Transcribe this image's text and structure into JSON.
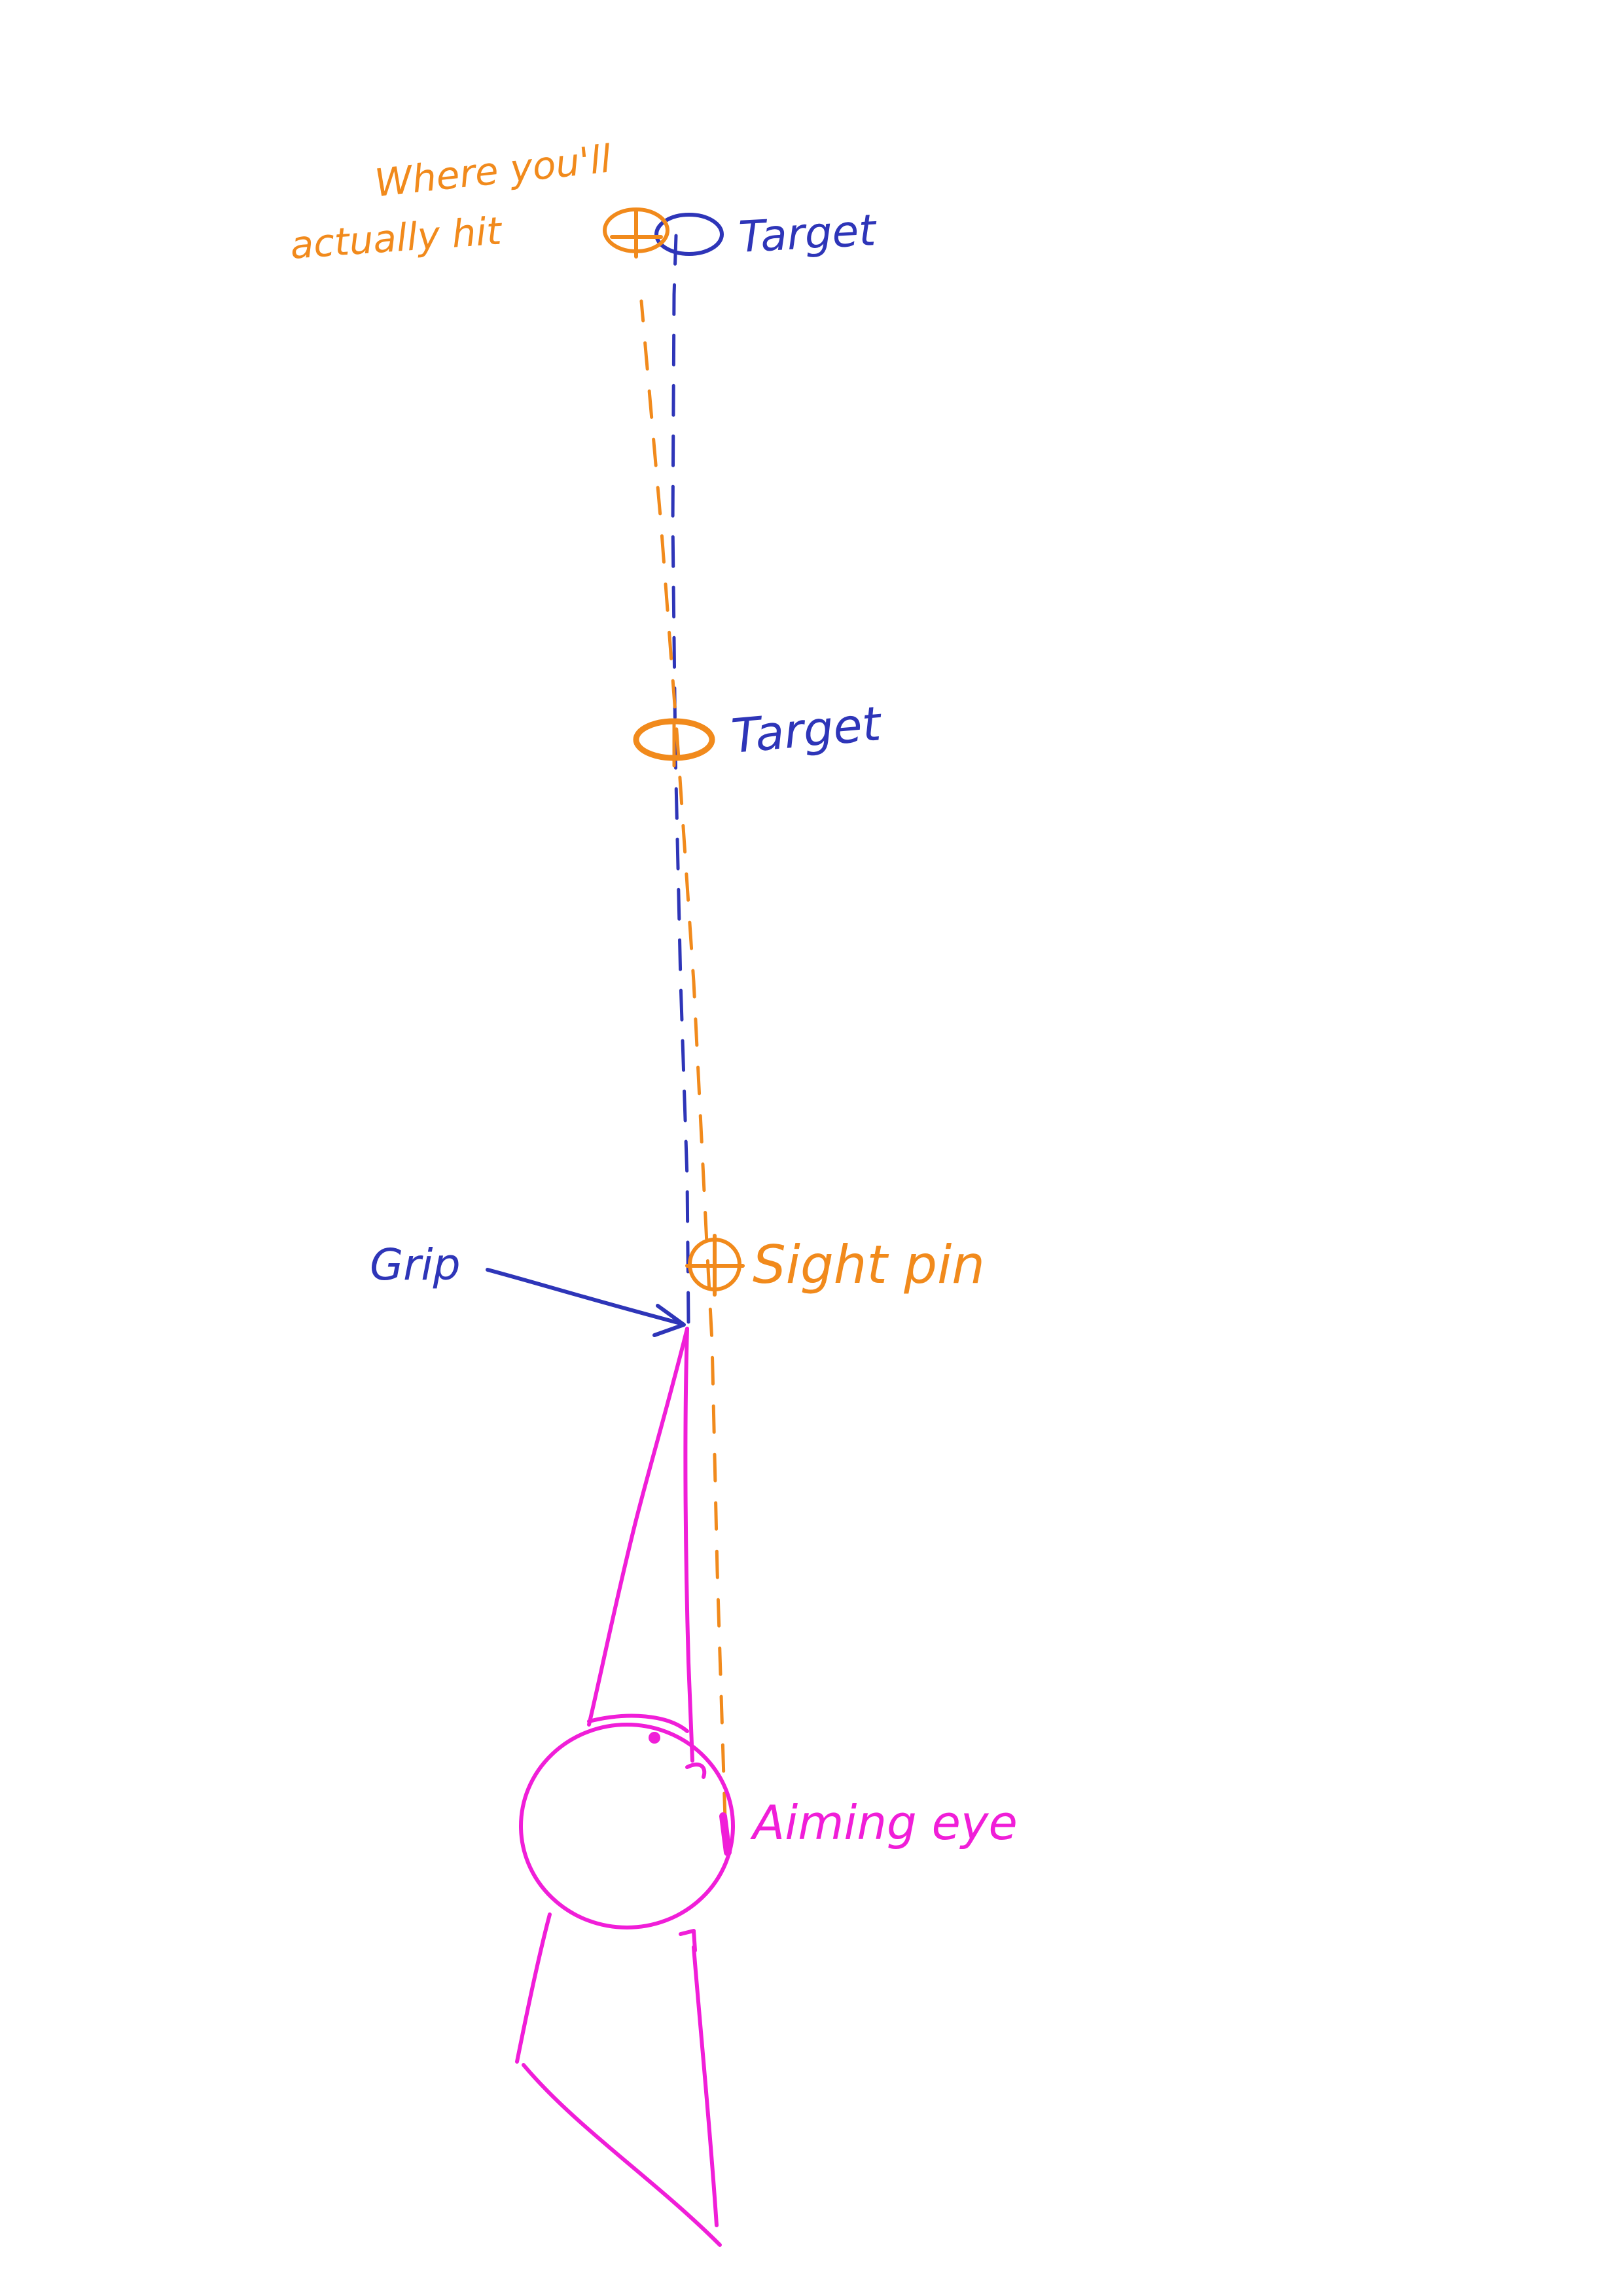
{
  "colors": {
    "orange": "#F18A1C",
    "blue": "#2E35B8",
    "magenta": "#F01ED8",
    "background": "#FFFFFF"
  },
  "labels": {
    "where_hit_line1": "Where you'll",
    "where_hit_line2": "actually hit",
    "target_far": "Target",
    "target_near": "Target",
    "sight_pin": "Sight pin",
    "grip": "Grip",
    "aiming_eye": "Aiming eye"
  }
}
